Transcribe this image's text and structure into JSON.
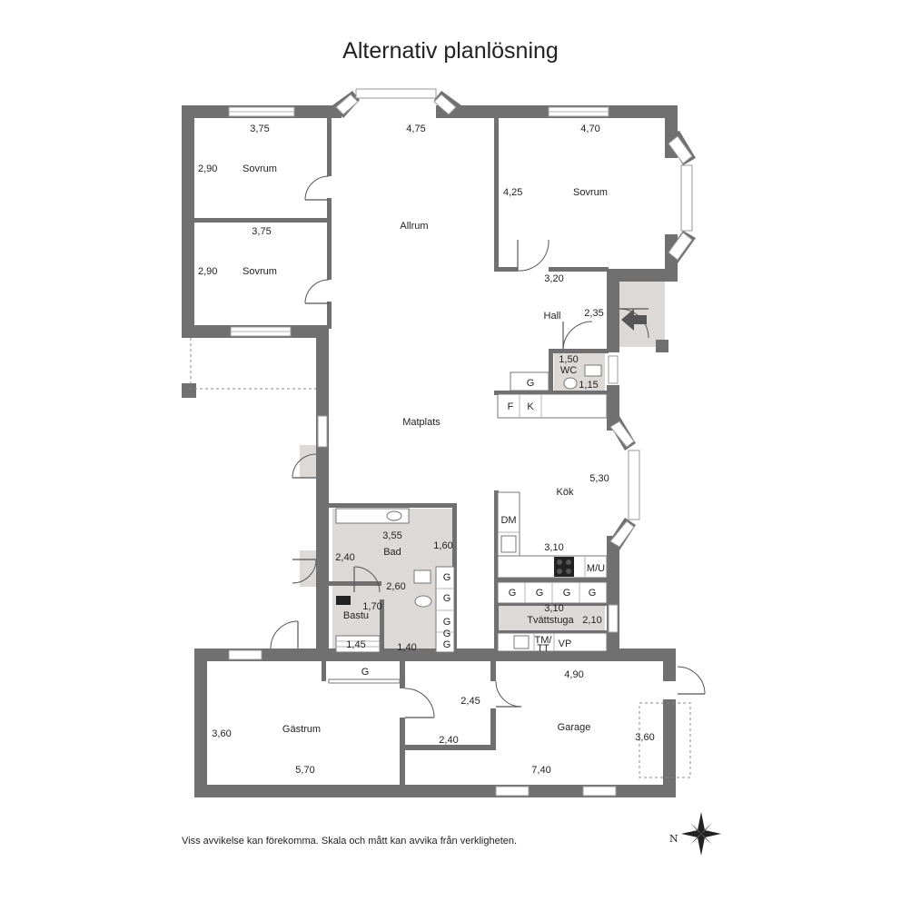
{
  "title": "Alternativ planlösning",
  "footnote": "Viss avvikelse kan förekomma. Skala och mått kan avvika från verkligheten.",
  "compass_label": "N",
  "rooms": {
    "sovrum_top_left": {
      "name": "Sovrum",
      "width": "3,75",
      "depth": "2,90"
    },
    "sovrum_mid_left": {
      "name": "Sovrum",
      "width": "3,75",
      "depth": "2,90"
    },
    "allrum": {
      "name": "Allrum",
      "width": "4,75"
    },
    "sovrum_right": {
      "name": "Sovrum",
      "width": "4,70",
      "depth": "4,25"
    },
    "hall": {
      "name": "Hall",
      "width": "3,20",
      "depth": "2,35"
    },
    "wc": {
      "name": "WC",
      "width": "1,50",
      "depth": "1,15"
    },
    "matplats": {
      "name": "Matplats"
    },
    "kok": {
      "name": "Kök",
      "width": "3,10",
      "depth": "5,30"
    },
    "bad": {
      "name": "Bad",
      "width": "3,55",
      "depth": "2,60",
      "extra": "1,60"
    },
    "bastu": {
      "name": "Bastu",
      "width": "1,45",
      "depth": "1,70"
    },
    "bad_lower": {
      "dim1": "2,40",
      "dim2": "1,40"
    },
    "tvattstuga": {
      "name": "Tvättstuga",
      "width": "3,10",
      "depth": "2,10"
    },
    "gastrum": {
      "name": "Gästrum",
      "width": "5,70",
      "depth": "3,60"
    },
    "passage": {
      "dim1": "2,45",
      "dim2": "2,40"
    },
    "garage": {
      "name": "Garage",
      "width": "4,90",
      "width2": "7,40",
      "depth": "3,60"
    }
  },
  "fixtures": {
    "wc_g": "G",
    "kitchen_f": "F",
    "kitchen_k": "K",
    "kitchen_dm": "DM",
    "kitchen_mu": "M/U",
    "laundry_g": [
      "G",
      "G",
      "G",
      "G"
    ],
    "bath_g": [
      "G",
      "G",
      "G",
      "G",
      "G"
    ],
    "laundry_tm": "TM/\nTT",
    "laundry_vp": "VP",
    "hallway_g": "G"
  }
}
